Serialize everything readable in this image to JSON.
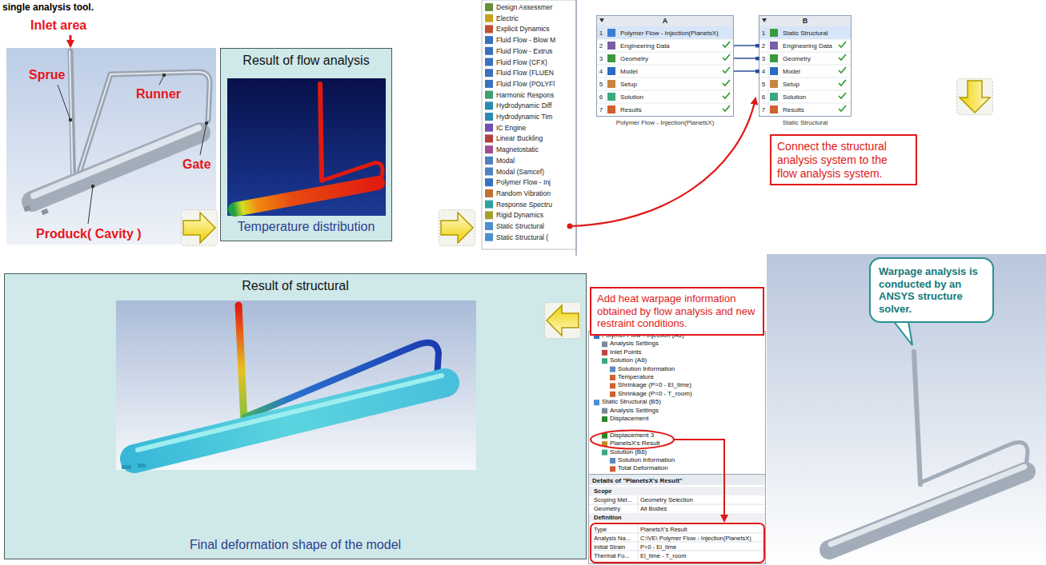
{
  "diagram": {
    "nodes": [
      {
        "text": [
          "Result of flow analysis",
          "Temperature distribution"
        ]
      },
      {
        "text": [
          "A",
          "Polymer Flow - Injection(PlanetsX)"
        ]
      },
      {
        "text": [
          "1",
          "Polymer Flow - Injection(PlanetsX)"
        ],
        "in": 1
      },
      {
        "text": [
          "2",
          "Engineering Data"
        ],
        "in": 1
      },
      {
        "text": [
          "3",
          "Geometry"
        ],
        "in": 1
      },
      {
        "text": [
          "4",
          "Model"
        ],
        "in": 1
      },
      {
        "text": [
          "5",
          "Setup"
        ],
        "in": 1
      },
      {
        "text": [
          "6",
          "Solution"
        ],
        "in": 1
      },
      {
        "text": [
          "7",
          "Results"
        ],
        "in": 1
      },
      {
        "text": [
          "B",
          "Static Structural"
        ]
      },
      {
        "text": [
          "1",
          "Static Structural"
        ],
        "in": 9
      },
      {
        "text": [
          "2",
          "Engineering Data"
        ],
        "in": 9
      },
      {
        "text": [
          "3",
          "Geometry"
        ],
        "in": 9
      },
      {
        "text": [
          "4",
          "Model"
        ],
        "in": 9
      },
      {
        "text": [
          "5",
          "Setup"
        ],
        "in": 9
      },
      {
        "text": [
          "6",
          "Solution"
        ],
        "in": 9
      },
      {
        "text": [
          "7",
          "Results"
        ],
        "in": 9
      },
      {
        "text": [
          "Connect the structural analysis system to the flow analysis system."
        ]
      },
      {
        "text": [
          "Add heat warpage information obtained by flow analysis and new restraint conditions."
        ]
      },
      {
        "text": [
          "Warpage analysis is conducted by an ANSYS structure solver."
        ]
      },
      {
        "text": [
          "Result of structural",
          "Final deformation shape of the model"
        ]
      }
    ],
    "edges": [
      {
        "from": 3,
        "to": 11,
        "arrow": "none"
      },
      {
        "from": 4,
        "to": 12,
        "arrow": "none"
      },
      {
        "from": 5,
        "to": 13,
        "arrow": "none"
      }
    ],
    "labels": [
      "single analysis tool.",
      "Inlet area",
      "Sprue",
      "Runner",
      "Gate",
      "Produck( Cavity )",
      "Design Assessmer",
      "Electric",
      "Explicit Dynamics",
      "Fluid Flow - Blow M",
      "Fluid Flow - Extrus",
      "Fluid Flow (CFX)",
      "Fluid Flow (FLUEN",
      "Fluid Flow (POLYFl",
      "Harmonic Respons",
      "Hydrodynamic Diff",
      "Hydrodynamic Tim",
      "IC Engine",
      "Linear Buckling",
      "Magnetostatic",
      "Modal",
      "Modal (Samcef)",
      "Polymer Flow - Inj",
      "Random Vibration",
      "Response Spectru",
      "Rigid Dynamics",
      "Static Structural",
      "Static Structural (",
      "Polymer Flow - Injection (A5)",
      "Analysis Settings",
      "Inlet Points",
      "Solution (A6)",
      "Solution Information",
      "Temperature",
      "Shrinkage (P=0 - El_time)",
      "Shrinkage (P=0 - T_room)",
      "Static Structural (B5)",
      "Analysis Settings",
      "Displacement",
      "Displacement 3",
      "PlanetsX's Result",
      "Solution (B6)",
      "Solution Information",
      "Total Deformation",
      "Details of \"PlanetsX's Result\"",
      "Scope",
      "Scoping Met...",
      "Geometry Selection",
      "Geometry",
      "All Bodies",
      "Definition",
      "Type",
      "PlanetsX's Result",
      "Analysis Na...",
      "C:\\VE\\ Polymer Flow - Injection(PlanetsX)",
      "Initial Strain",
      "P=0 - El_time",
      "Thermal Fo...",
      "El_time - T_room"
    ]
  }
}
